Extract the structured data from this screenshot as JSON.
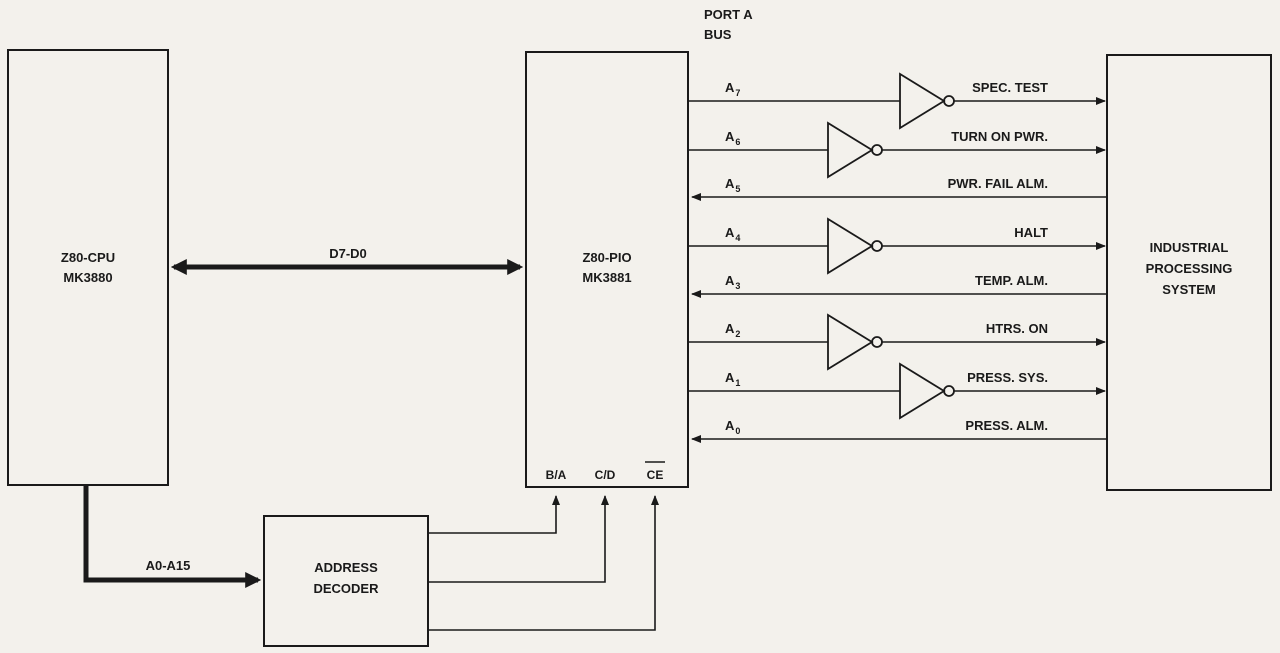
{
  "header": {
    "port_line1": "PORT A",
    "port_line2": "BUS"
  },
  "cpu": {
    "line1": "Z80-CPU",
    "line2": "MK3880"
  },
  "pio": {
    "line1": "Z80-PIO",
    "line2": "MK3881",
    "pins": {
      "ba": "B/A",
      "cd": "C/D",
      "ce": "CE"
    }
  },
  "ips": {
    "line1": "INDUSTRIAL",
    "line2": "PROCESSING",
    "line3": "SYSTEM"
  },
  "decoder": {
    "line1": "ADDRESS",
    "line2": "DECODER"
  },
  "buses": {
    "data": "D7-D0",
    "address": "A0-A15"
  },
  "port_lines": [
    {
      "base": "A",
      "sub": "7",
      "signal": "SPEC. TEST",
      "direction": "out",
      "inverter": true
    },
    {
      "base": "A",
      "sub": "6",
      "signal": "TURN ON PWR.",
      "direction": "out",
      "inverter": true
    },
    {
      "base": "A",
      "sub": "5",
      "signal": "PWR. FAIL ALM.",
      "direction": "in",
      "inverter": false
    },
    {
      "base": "A",
      "sub": "4",
      "signal": "HALT",
      "direction": "out",
      "inverter": true
    },
    {
      "base": "A",
      "sub": "3",
      "signal": "TEMP. ALM.",
      "direction": "in",
      "inverter": false
    },
    {
      "base": "A",
      "sub": "2",
      "signal": "HTRS. ON",
      "direction": "out",
      "inverter": true
    },
    {
      "base": "A",
      "sub": "1",
      "signal": "PRESS. SYS.",
      "direction": "out",
      "inverter": true
    },
    {
      "base": "A",
      "sub": "0",
      "signal": "PRESS. ALM.",
      "direction": "in",
      "inverter": false
    }
  ]
}
